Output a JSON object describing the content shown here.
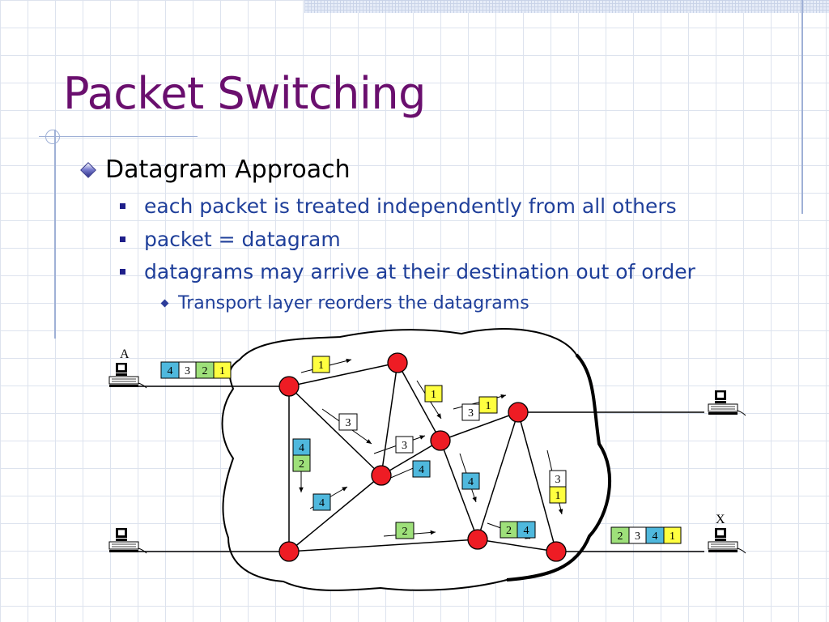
{
  "slide": {
    "title": "Packet Switching",
    "bullet_l1": "Datagram Approach",
    "bullets_l2": [
      "each packet is treated independently from all others",
      "packet = datagram",
      "datagrams may arrive at their destination out of order"
    ],
    "bullet_l3": "Transport layer reorders the datagrams"
  },
  "diagram": {
    "station_a_label": "A",
    "station_x_label": "X",
    "sender_queue": [
      "4",
      "3",
      "2",
      "1"
    ],
    "receiver_queue": [
      "2",
      "3",
      "4",
      "1"
    ],
    "packets": {
      "p1_top": "1",
      "p1_mid": "1",
      "p3_diag": "3",
      "p3_right": "3",
      "p1_right": "1",
      "p4_col": "4",
      "p2_col": "2",
      "p3_center": "3",
      "p4_center": "4",
      "p4_low": "4",
      "p4_right": "4",
      "p3_farright": "3",
      "p1_farright": "1",
      "p2_bottom": "2",
      "p2_pair": "2",
      "p4_pair": "4"
    },
    "colors": {
      "node": "#ee1c24",
      "packet_1": "#ffff40",
      "packet_2": "#9ee07a",
      "packet_3": "#ffffff",
      "packet_4": "#4fb8dd"
    }
  }
}
